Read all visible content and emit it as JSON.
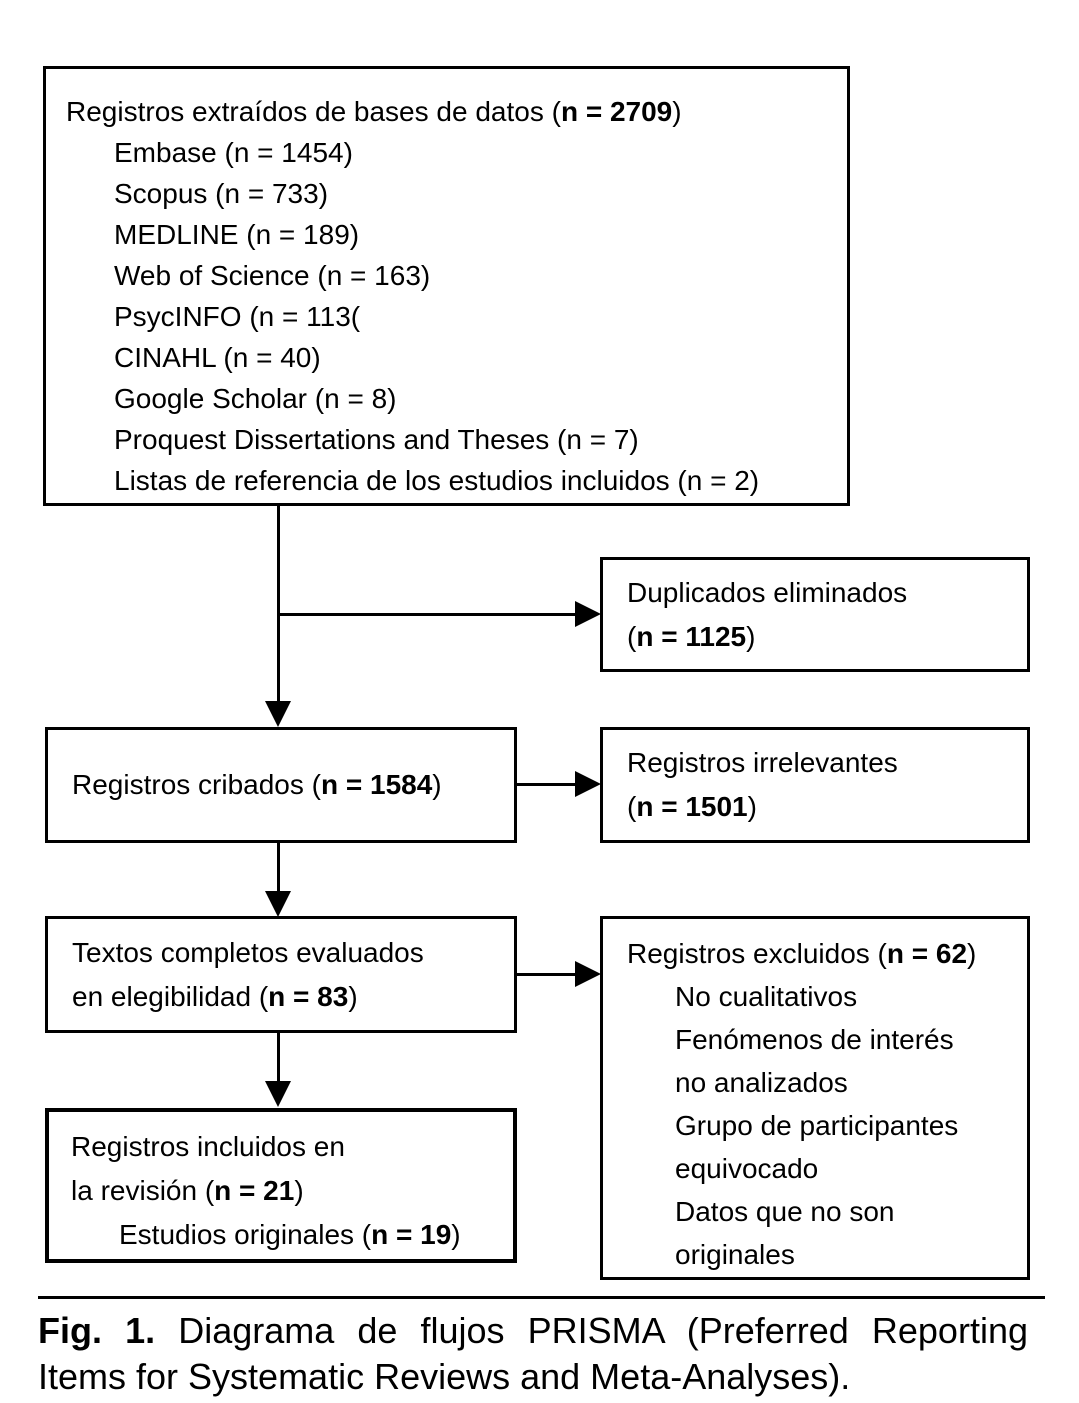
{
  "page": {
    "background_color": "#ffffff",
    "ink_color": "#000000"
  },
  "flowchart": {
    "boxes": [
      {
        "id": "records-identified",
        "lines": [
          {
            "text": "Registros extraídos de bases de datos (**n = 2709**)",
            "indent": 0
          },
          {
            "text": "Embase (n = 1454)",
            "indent": 1
          },
          {
            "text": "Scopus (n = 733)",
            "indent": 1
          },
          {
            "text": "MEDLINE (n = 189)",
            "indent": 1
          },
          {
            "text": "Web of Science (n = 163)",
            "indent": 1
          },
          {
            "text": "PsycINFO (n = 113(",
            "indent": 1
          },
          {
            "text": "CINAHL (n = 40)",
            "indent": 1
          },
          {
            "text": "Google Scholar (n = 8)",
            "indent": 1
          },
          {
            "text": "Proquest Dissertations and Theses (n = 7)",
            "indent": 1
          },
          {
            "text": "Listas de referencia de los estudios incluidos (n = 2)",
            "indent": 1
          }
        ]
      },
      {
        "id": "duplicates-removed",
        "lines": [
          {
            "text": "Duplicados eliminados",
            "indent": 0
          },
          {
            "text": "(**n = 1125**)",
            "indent": 0
          }
        ]
      },
      {
        "id": "records-screened",
        "lines": [
          {
            "text": "Registros cribados (**n = 1584**)",
            "indent": 0
          }
        ]
      },
      {
        "id": "records-irrelevant",
        "lines": [
          {
            "text": "Registros irrelevantes",
            "indent": 0
          },
          {
            "text": "(**n = 1501**)",
            "indent": 0
          }
        ]
      },
      {
        "id": "fulltext-assessed",
        "lines": [
          {
            "text": "Textos completos evaluados",
            "indent": 0
          },
          {
            "text": "en elegibilidad (**n = 83**)",
            "indent": 0
          }
        ]
      },
      {
        "id": "records-excluded",
        "lines": [
          {
            "text": "Registros excluidos (**n = 62**)",
            "indent": 0
          },
          {
            "text": "No cualitativos",
            "indent": 1
          },
          {
            "text": "Fenómenos de interés",
            "indent": 1
          },
          {
            "text": "no analizados",
            "indent": 1
          },
          {
            "text": "Grupo de participantes",
            "indent": 1
          },
          {
            "text": "equivocado",
            "indent": 1
          },
          {
            "text": "Datos que no son",
            "indent": 1
          },
          {
            "text": "originales",
            "indent": 1
          }
        ]
      },
      {
        "id": "records-included",
        "lines": [
          {
            "text": "Registros incluidos en",
            "indent": 0
          },
          {
            "text": "la revisión (**n = 21**)",
            "indent": 0
          },
          {
            "text": "Estudios originales (**n = 19**)",
            "indent": 1
          }
        ]
      }
    ]
  },
  "caption": {
    "label": "Fig. 1.",
    "text": "Diagrama de flujos PRISMA (Preferred Reporting Items for Systematic Reviews and Meta-Analyses)."
  }
}
